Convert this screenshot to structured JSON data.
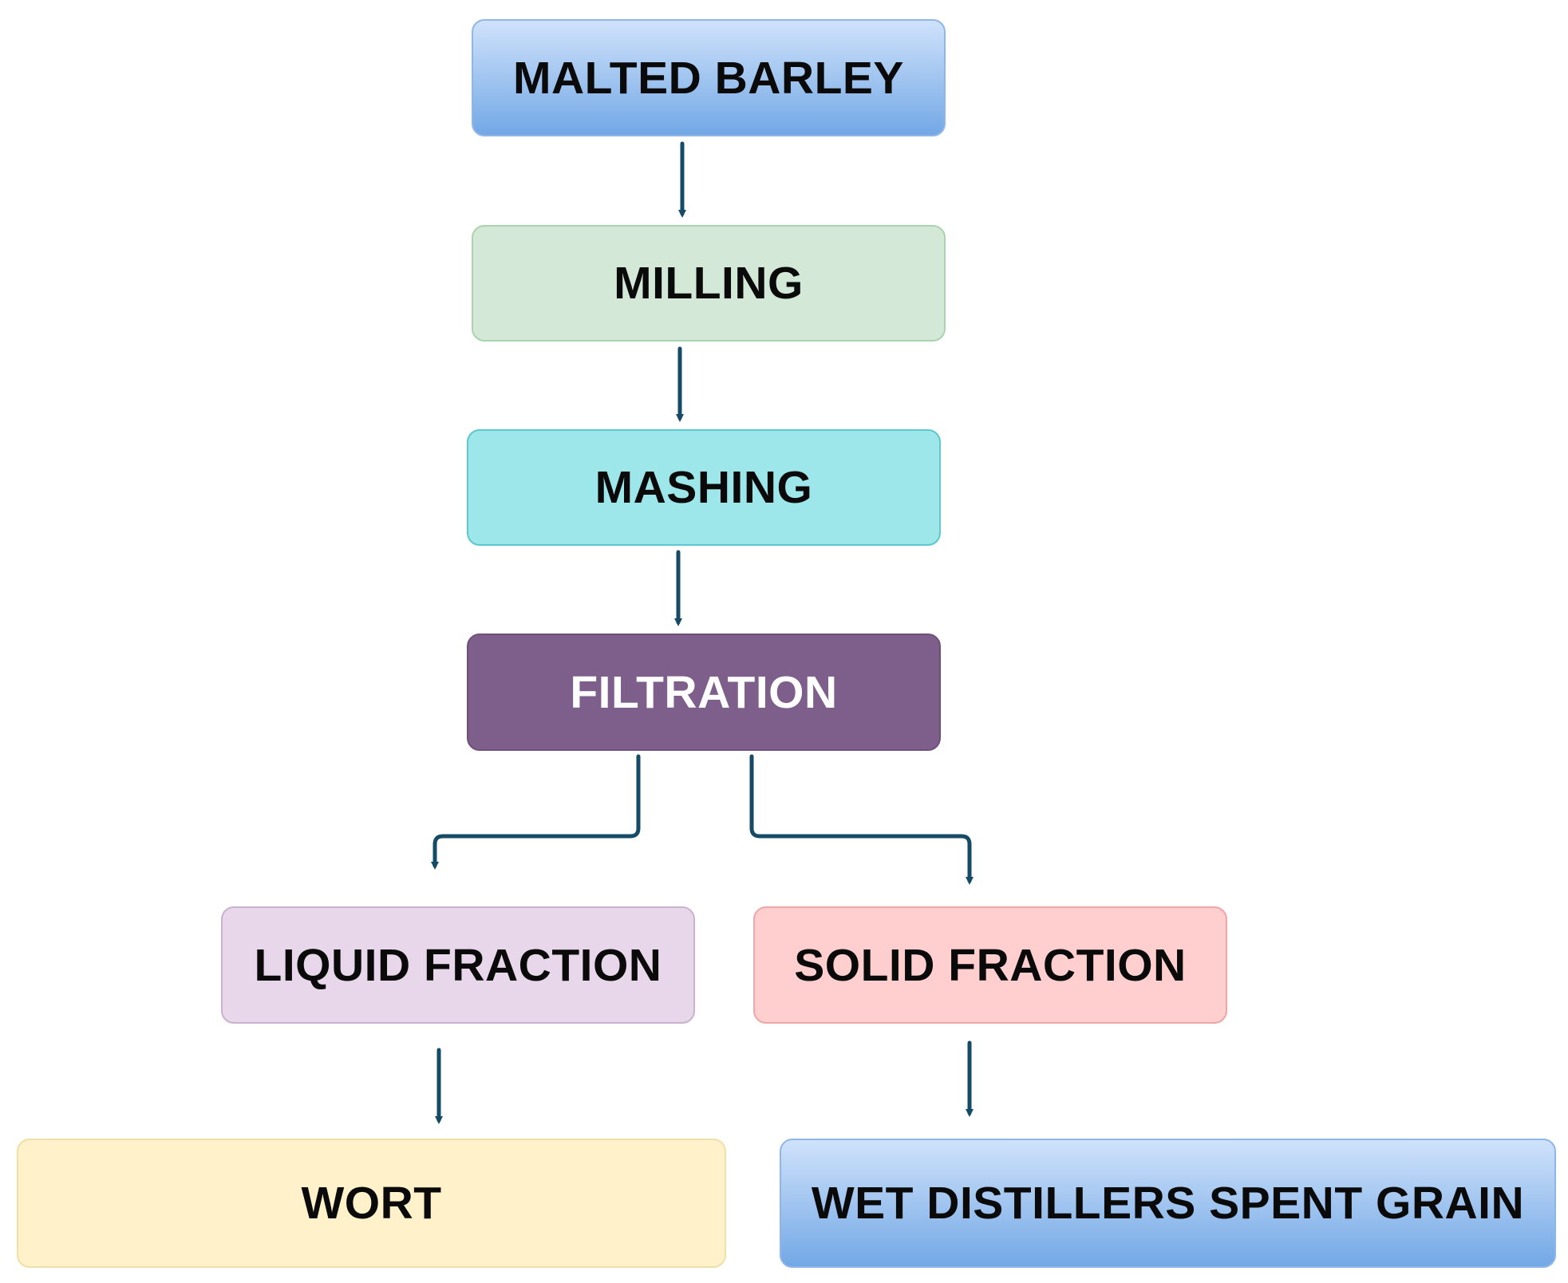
{
  "diagram": {
    "nodes": {
      "malted_barley": "MALTED BARLEY",
      "milling": "MILLING",
      "mashing": "MASHING",
      "filtration": "FILTRATION",
      "liquid_fraction": "LIQUID FRACTION",
      "solid_fraction": "SOLID FRACTION",
      "wort": "WORT",
      "wet_distillers_spent_grain": "WET DISTILLERS SPENT GRAIN"
    },
    "edges": [
      {
        "from": "malted_barley",
        "to": "milling"
      },
      {
        "from": "milling",
        "to": "mashing"
      },
      {
        "from": "mashing",
        "to": "filtration"
      },
      {
        "from": "filtration",
        "to": "liquid_fraction"
      },
      {
        "from": "filtration",
        "to": "solid_fraction"
      },
      {
        "from": "liquid_fraction",
        "to": "wort"
      },
      {
        "from": "solid_fraction",
        "to": "wet_distillers_spent_grain"
      }
    ],
    "colors": {
      "arrow": "#154b66",
      "malted_barley": "#a6c8f1",
      "milling": "#d3e8d7",
      "mashing": "#9de6e9",
      "filtration": "#7e5f8b",
      "liquid_fraction": "#e8d6ea",
      "solid_fraction": "#ffcece",
      "wort": "#fff1c9",
      "wet_distillers_spent_grain": "#a6c8f1"
    }
  }
}
